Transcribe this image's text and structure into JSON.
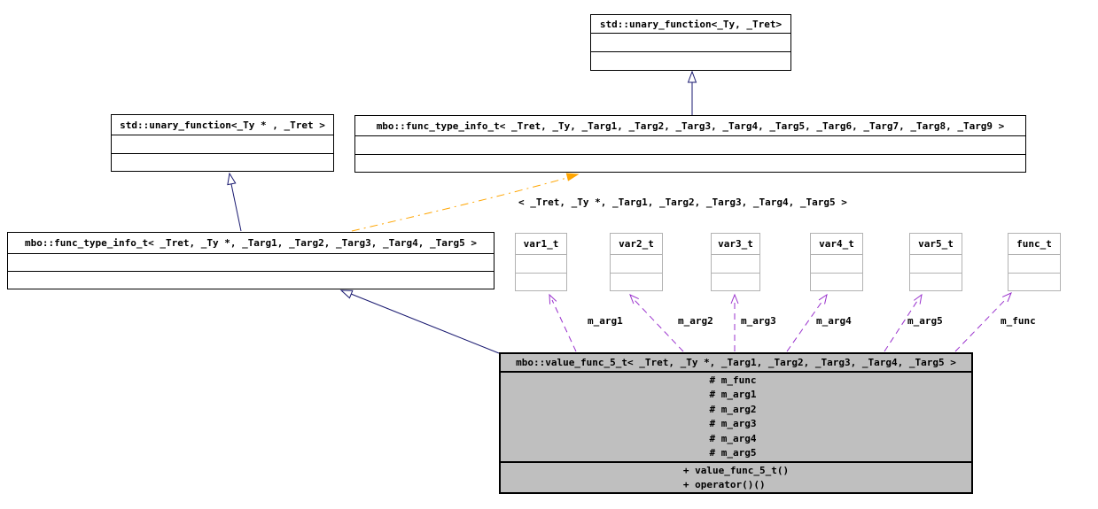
{
  "diagram": {
    "nodes": {
      "std_unary_function": {
        "label": "std::unary_function<_Ty, _Tret>"
      },
      "std_unary_function_ptr": {
        "label": "std::unary_function<_Ty * , _Tret >"
      },
      "func_type_info_generic": {
        "label": "mbo::func_type_info_t< _Tret, _Ty, _Targ1, _Targ2, _Targ3, _Targ4, _Targ5, _Targ6, _Targ7, _Targ8, _Targ9 >"
      },
      "func_type_info_ptr": {
        "label": "mbo::func_type_info_t< _Tret, _Ty *, _Targ1, _Targ2, _Targ3, _Targ4, _Targ5 >"
      },
      "var1_t": {
        "label": "var1_t"
      },
      "var2_t": {
        "label": "var2_t"
      },
      "var3_t": {
        "label": "var3_t"
      },
      "var4_t": {
        "label": "var4_t"
      },
      "var5_t": {
        "label": "var5_t"
      },
      "func_t": {
        "label": "func_t"
      },
      "value_func_5_t": {
        "label": "mbo::value_func_5_t< _Tret, _Ty *, _Targ1, _Targ2, _Targ3, _Targ4, _Targ5 >",
        "attributes": [
          "# m_func",
          "# m_arg1",
          "# m_arg2",
          "# m_arg3",
          "# m_arg4",
          "# m_arg5"
        ],
        "methods": [
          "+ value_func_5_t()",
          "+ operator()()"
        ]
      }
    },
    "edge_labels": {
      "template_instantiation": "< _Tret, _Ty *, _Targ1, _Targ2, _Targ3, _Targ4, _Targ5 >",
      "m_arg1": "m_arg1",
      "m_arg2": "m_arg2",
      "m_arg3": "m_arg3",
      "m_arg4": "m_arg4",
      "m_arg5": "m_arg5",
      "m_func": "m_func"
    },
    "colors": {
      "inheritance_edge": "#191970",
      "usage_edge": "#9a32cd",
      "template_edge": "#ffa500",
      "focus_node_fill": "#bfbfbf",
      "node_border": "#000000",
      "light_node_border": "#b2b2b2"
    }
  }
}
